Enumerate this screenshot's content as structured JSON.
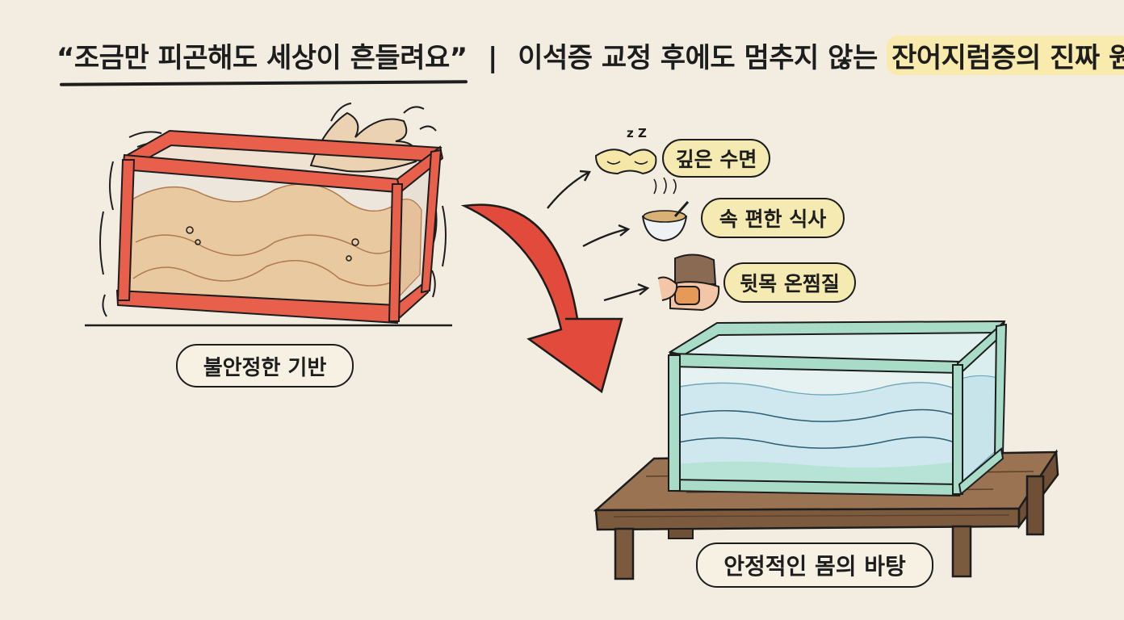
{
  "title": {
    "quote": "“조금만 피곤해도 세상이 흔들려요”",
    "separator": "|",
    "middle": "이석증 교정 후에도 멈추지 않는",
    "highlight": "잔어지럼증의 진짜 원인"
  },
  "labels": {
    "unstable": "불안정한 기반",
    "stable": "안정적인 몸의 바탕"
  },
  "remedies": [
    {
      "icon": "sleep-mask-icon",
      "label": "깊은 수면"
    },
    {
      "icon": "soup-bowl-icon",
      "label": "속 편한 식사"
    },
    {
      "icon": "neck-warm-compress-icon",
      "label": "뒷목 온찜질"
    }
  ],
  "sleep_text": "z Z",
  "colors": {
    "background": "#f3ede1",
    "unstable_frame": "#e8604c",
    "sand": "#e9c9a0",
    "stable_frame": "#a8dcc8",
    "water": "#cfe7ef",
    "wood": "#8a6543",
    "arrow": "#e24a3b",
    "highlight": "#f8ebad"
  }
}
